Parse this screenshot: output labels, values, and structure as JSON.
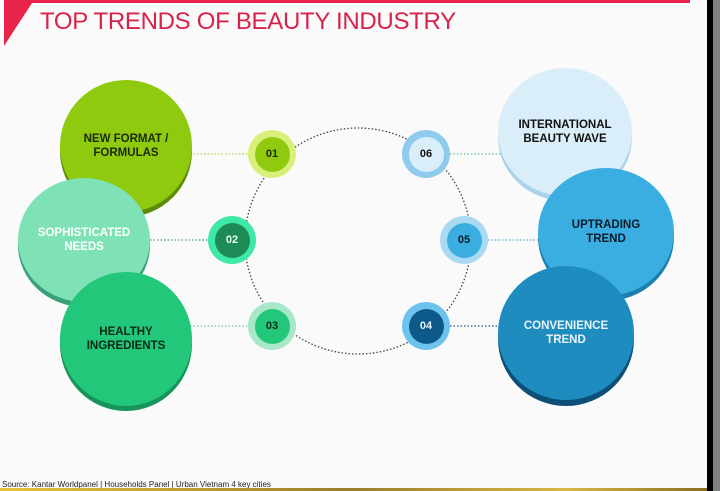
{
  "title": "TOP TRENDS OF BEAUTY INDUSTRY",
  "source": "Source: Kantar Worldpanel | Households Panel | Urban Vietnam 4 key cities",
  "colors": {
    "accent": "#e8244a",
    "title": "#d8224a",
    "green_1": "#8fca0e",
    "green_2": "#7fe2b6",
    "green_3": "#22c77a",
    "blue_6": "#d9eef9",
    "blue_5": "#3aaee0",
    "blue_4": "#1f8cc0"
  },
  "trends_left": [
    {
      "num": "01",
      "label": "NEW FORMAT / FORMULAS"
    },
    {
      "num": "02",
      "label": "SOPHISTICATED NEEDS"
    },
    {
      "num": "03",
      "label": "HEALTHY INGREDIENTS"
    }
  ],
  "trends_right": [
    {
      "num": "06",
      "label": "INTERNATIONAL BEAUTY WAVE"
    },
    {
      "num": "05",
      "label": "UPTRADING TREND"
    },
    {
      "num": "04",
      "label": "CONVENIENCE TREND"
    }
  ]
}
